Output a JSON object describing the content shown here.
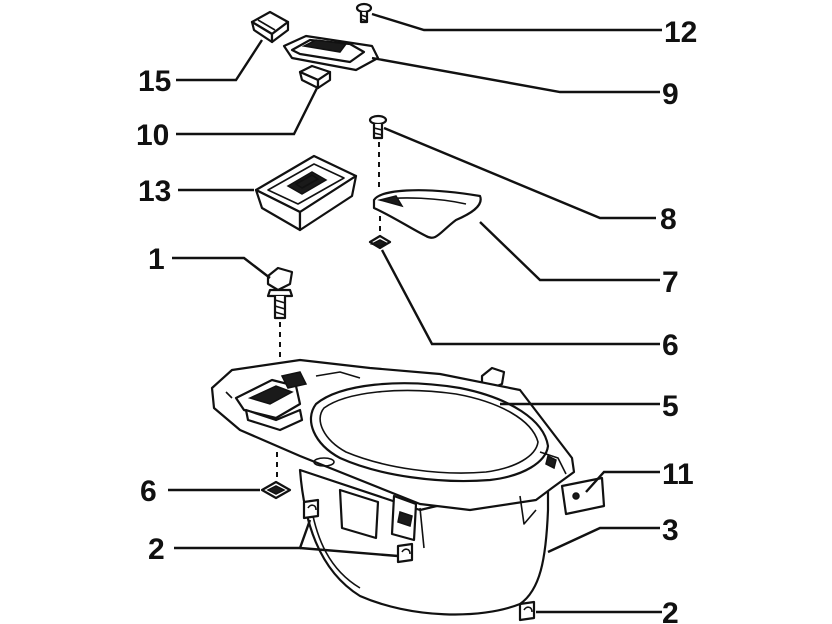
{
  "callouts": [
    {
      "id": "c12",
      "label": "12"
    },
    {
      "id": "c9",
      "label": "9"
    },
    {
      "id": "c15",
      "label": "15"
    },
    {
      "id": "c10",
      "label": "10"
    },
    {
      "id": "c13",
      "label": "13"
    },
    {
      "id": "c8",
      "label": "8"
    },
    {
      "id": "c7",
      "label": "7"
    },
    {
      "id": "c1",
      "label": "1"
    },
    {
      "id": "c6a",
      "label": "6"
    },
    {
      "id": "c5",
      "label": "5"
    },
    {
      "id": "c11",
      "label": "11"
    },
    {
      "id": "c6b",
      "label": "6"
    },
    {
      "id": "c3",
      "label": "3"
    },
    {
      "id": "c2a",
      "label": "2"
    },
    {
      "id": "c2b",
      "label": "2"
    }
  ]
}
